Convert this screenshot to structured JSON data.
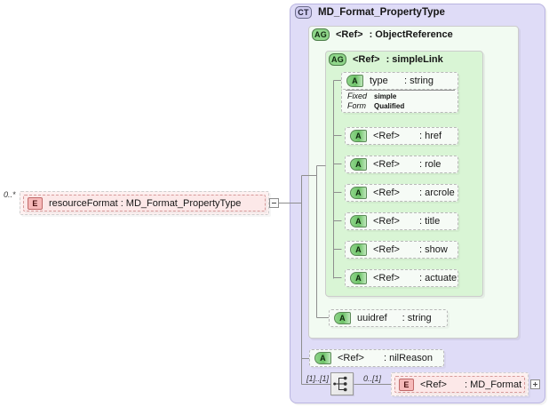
{
  "diagram": {
    "kind": "xml-schema-diagram",
    "title": "MD_Format_PropertyType"
  },
  "source_element": {
    "badge": "E",
    "label": "resourceFormat : MD_Format_PropertyType",
    "cardinality": "0..*",
    "toggle": "minus"
  },
  "complex_type": {
    "badge": "CT",
    "name": "MD_Format_PropertyType"
  },
  "object_reference_group": {
    "badge": "AG",
    "ref": "<Ref>",
    "type": ": ObjectReference"
  },
  "simple_link_group": {
    "badge": "AG",
    "ref": "<Ref>",
    "type": ": simpleLink"
  },
  "type_attribute": {
    "badge": "A",
    "name": "type",
    "type": ": string",
    "facets": [
      {
        "key": "Fixed",
        "value": "simple"
      },
      {
        "key": "Form",
        "value": "Qualified"
      }
    ]
  },
  "simple_link_attributes": [
    {
      "badge": "A",
      "ref": "<Ref>",
      "type": ": href"
    },
    {
      "badge": "A",
      "ref": "<Ref>",
      "type": ": role"
    },
    {
      "badge": "A",
      "ref": "<Ref>",
      "type": ": arcrole"
    },
    {
      "badge": "A",
      "ref": "<Ref>",
      "type": ": title"
    },
    {
      "badge": "A",
      "ref": "<Ref>",
      "type": ": show"
    },
    {
      "badge": "A",
      "ref": "<Ref>",
      "type": ": actuate"
    }
  ],
  "uuidref_attribute": {
    "badge": "A",
    "name": "uuidref",
    "type": ": string"
  },
  "nil_reason_attribute": {
    "badge": "A",
    "ref": "<Ref>",
    "type": ": nilReason"
  },
  "sequence_row": {
    "compositor_icon": "choice-icon",
    "left_cardinality": "[1]..[1]",
    "right_cardinality": "0..[1]",
    "element": {
      "badge": "E",
      "ref": "<Ref>",
      "type": ": MD_Format",
      "toggle": "plus"
    }
  },
  "colors": {
    "complex_type_fill": "#dfdcf7",
    "attr_group_fill": "#f2fbf2",
    "attr_group_inner_fill": "#d9f5d5",
    "element_fill": "#fce8e8",
    "attr_badge_green": "#8fd68a",
    "element_badge_pink": "#f6b9b9",
    "connector_line": "#8e8e8e"
  }
}
